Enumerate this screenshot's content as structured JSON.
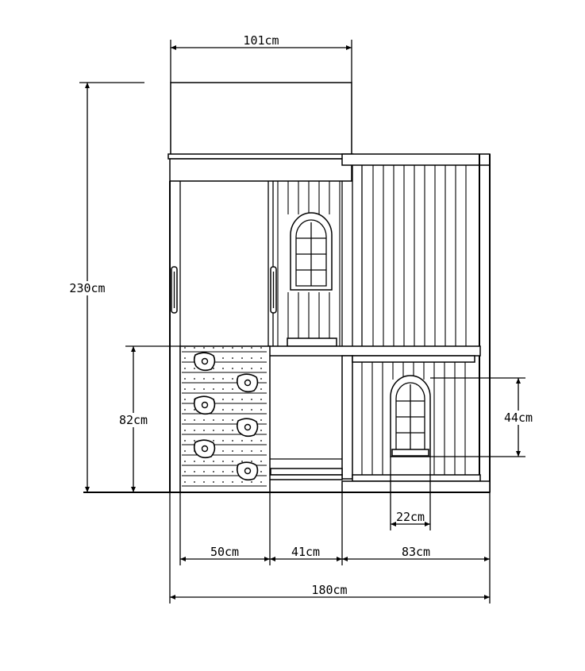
{
  "dimensions": {
    "top_width": "101cm",
    "total_height": "230cm",
    "climb_wall_height": "82cm",
    "window_height": "44cm",
    "window_width": "22cm",
    "climb_section_width": "50cm",
    "middle_section_width": "41cm",
    "house_section_width": "83cm",
    "total_width": "180cm"
  },
  "colors": {
    "line": "#000000",
    "background": "#ffffff"
  }
}
